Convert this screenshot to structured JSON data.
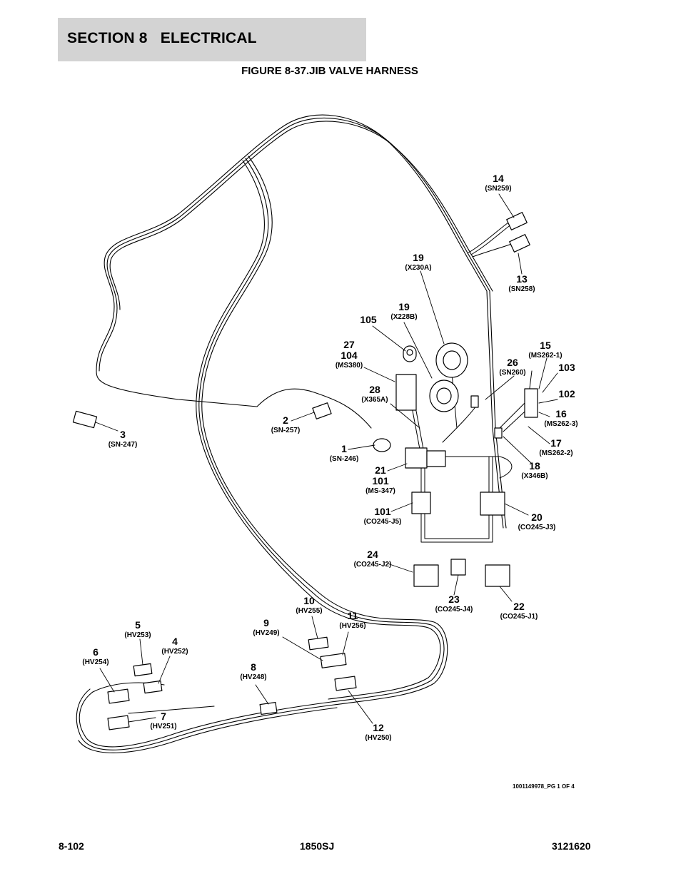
{
  "header": {
    "section": "SECTION 8   ELECTRICAL",
    "figure_title": "FIGURE 8-37.JIB VALVE HARNESS"
  },
  "callouts": [
    {
      "num": "14",
      "ref": "(SN259)"
    },
    {
      "num": "13",
      "ref": "(SN258)"
    },
    {
      "num": "19",
      "ref": "(X230A)"
    },
    {
      "num": "19",
      "ref": "(X228B)"
    },
    {
      "num": "105",
      "ref": ""
    },
    {
      "num": "27\n104",
      "ref": "(MS380)"
    },
    {
      "num": "28",
      "ref": "(X365A)"
    },
    {
      "num": "26",
      "ref": "(SN260)"
    },
    {
      "num": "15",
      "ref": "(MS262-1)"
    },
    {
      "num": "103",
      "ref": ""
    },
    {
      "num": "102",
      "ref": ""
    },
    {
      "num": "16",
      "ref": "(MS262-3)"
    },
    {
      "num": "17",
      "ref": "(MS262-2)"
    },
    {
      "num": "18",
      "ref": "(X346B)"
    },
    {
      "num": "21\n101",
      "ref": "(MS-347)"
    },
    {
      "num": "101",
      "ref": "(CO245-J5)"
    },
    {
      "num": "20",
      "ref": "(CO245-J3)"
    },
    {
      "num": "24",
      "ref": "(CO245-J2)"
    },
    {
      "num": "23",
      "ref": "(CO245-J4)"
    },
    {
      "num": "22",
      "ref": "(CO245-J1)"
    },
    {
      "num": "3",
      "ref": "(SN-247)"
    },
    {
      "num": "2",
      "ref": "(SN-257)"
    },
    {
      "num": "1",
      "ref": "(SN-246)"
    },
    {
      "num": "10",
      "ref": "(HV255)"
    },
    {
      "num": "11",
      "ref": "(HV256)"
    },
    {
      "num": "9",
      "ref": "(HV249)"
    },
    {
      "num": "5",
      "ref": "(HV253)"
    },
    {
      "num": "4",
      "ref": "(HV252)"
    },
    {
      "num": "6",
      "ref": "(HV254)"
    },
    {
      "num": "8",
      "ref": "(HV248)"
    },
    {
      "num": "7",
      "ref": "(HV251)"
    },
    {
      "num": "12",
      "ref": "(HV250)"
    }
  ],
  "drawing_ref": "1001149978_PG 1 OF 4",
  "footer": {
    "page": "8-102",
    "model": "1850SJ",
    "doc_number": "3121620"
  }
}
